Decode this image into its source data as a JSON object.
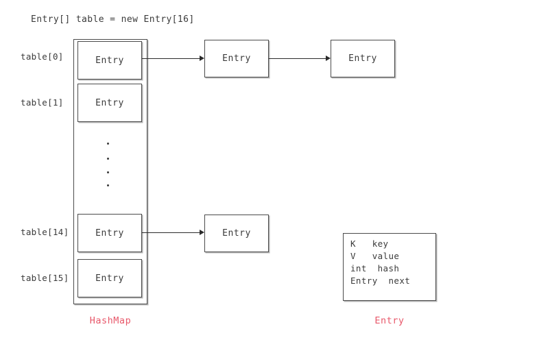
{
  "diagram": {
    "header": "Entry[] table = new Entry[16]",
    "accent_color": "#e8596b",
    "box_border_color": "#4a4a4a",
    "text_color": "#3a3a3a",
    "arrow_color": "#2a2a2a"
  },
  "hashmap": {
    "caption": "HashMap",
    "slots": [
      {
        "label": "table[0]",
        "box_text": "Entry",
        "has_chain": true
      },
      {
        "label": "table[1]",
        "box_text": "Entry",
        "has_chain": false
      },
      {
        "label": "table[14]",
        "box_text": "Entry",
        "has_chain": true
      },
      {
        "label": "table[15]",
        "box_text": "Entry",
        "has_chain": false
      }
    ],
    "ellipsis_dots": 4
  },
  "chains": [
    {
      "slot": "table[0]",
      "nodes": [
        "Entry",
        "Entry"
      ]
    },
    {
      "slot": "table[14]",
      "nodes": [
        "Entry"
      ]
    }
  ],
  "legend": {
    "caption": "Entry",
    "fields": [
      "K   key",
      "V   value",
      "int  hash",
      "Entry  next"
    ]
  }
}
